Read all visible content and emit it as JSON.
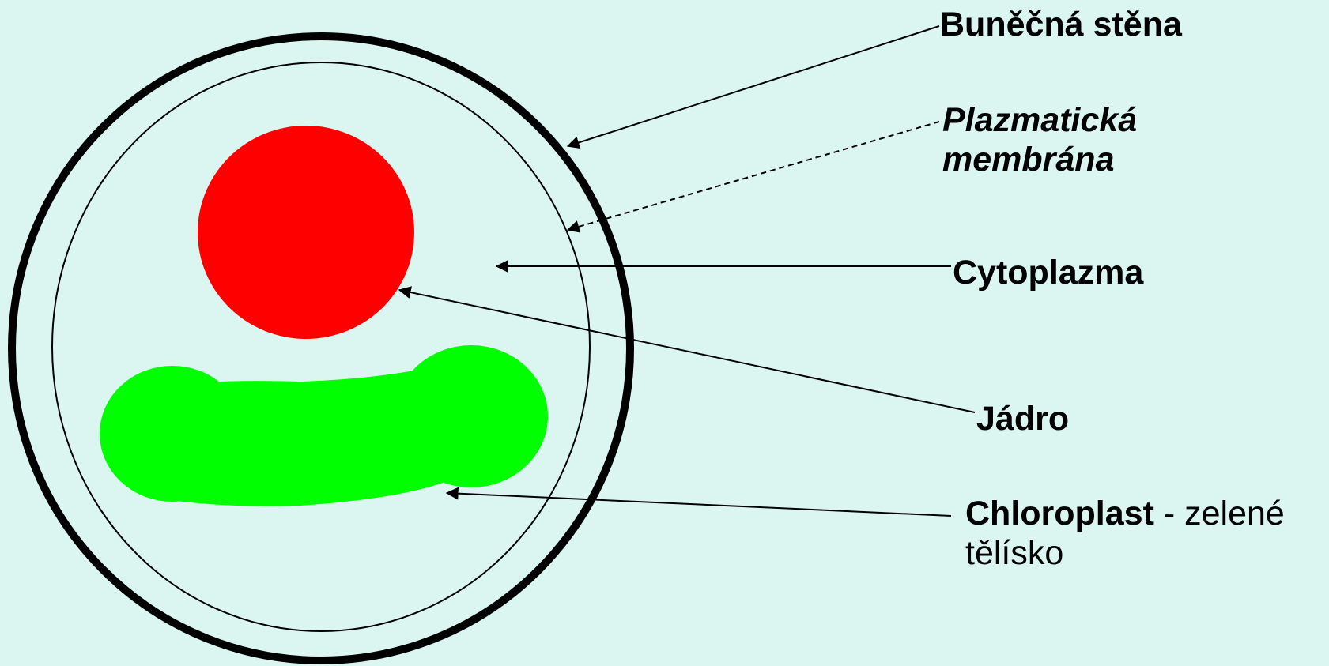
{
  "colors": {
    "background": "#dbf5f1",
    "nucleus": "#ff0000",
    "chloroplast": "#00ff00",
    "outline": "#000000"
  },
  "labels": {
    "cell_wall": "Buněčná stěna",
    "plasma_membrane_line1": "Plazmatická",
    "plasma_membrane_line2": "membrána",
    "cytoplasm": "Cytoplazma",
    "nucleus": "Jádro",
    "chloroplast_bold": "Chloroplast",
    "chloroplast_rest": " - zelené",
    "chloroplast_line2": "tělísko"
  }
}
